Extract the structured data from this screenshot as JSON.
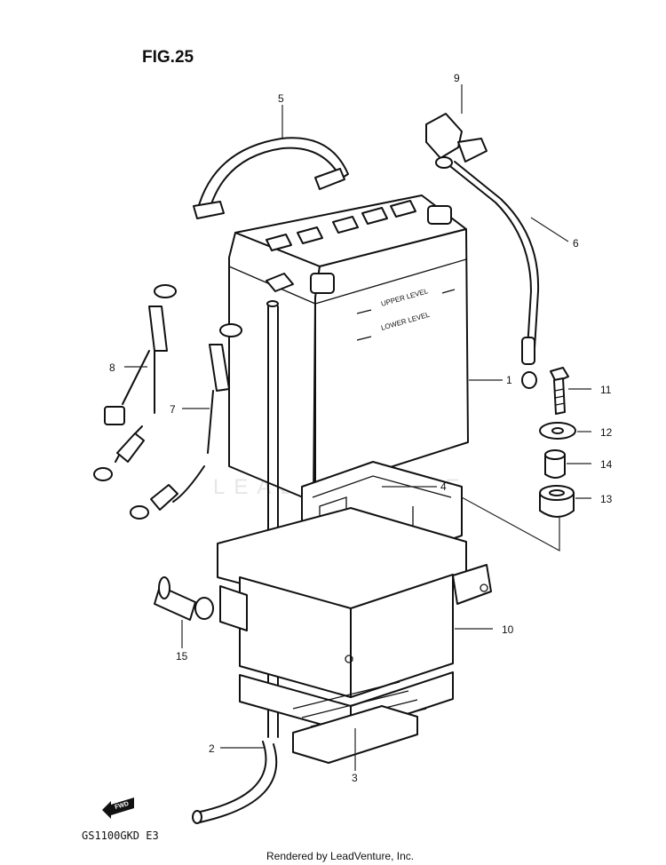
{
  "figure": {
    "title": "FIG.25",
    "model_code": "GS1100GKD E3",
    "credit": "Rendered by LeadVenture, Inc.",
    "watermark": "LEADVENTURE",
    "fwd_label": "FWD",
    "battery_markings": {
      "upper": "UPPER LEVEL",
      "lower": "LOWER LEVEL"
    }
  },
  "callouts": [
    {
      "id": "1",
      "label": "1"
    },
    {
      "id": "2",
      "label": "2"
    },
    {
      "id": "3",
      "label": "3"
    },
    {
      "id": "4",
      "label": "4"
    },
    {
      "id": "5",
      "label": "5"
    },
    {
      "id": "6",
      "label": "6"
    },
    {
      "id": "7",
      "label": "7"
    },
    {
      "id": "8",
      "label": "8"
    },
    {
      "id": "9",
      "label": "9"
    },
    {
      "id": "10",
      "label": "10"
    },
    {
      "id": "11",
      "label": "11"
    },
    {
      "id": "12",
      "label": "12"
    },
    {
      "id": "13",
      "label": "13"
    },
    {
      "id": "14",
      "label": "14"
    },
    {
      "id": "15",
      "label": "15"
    }
  ]
}
